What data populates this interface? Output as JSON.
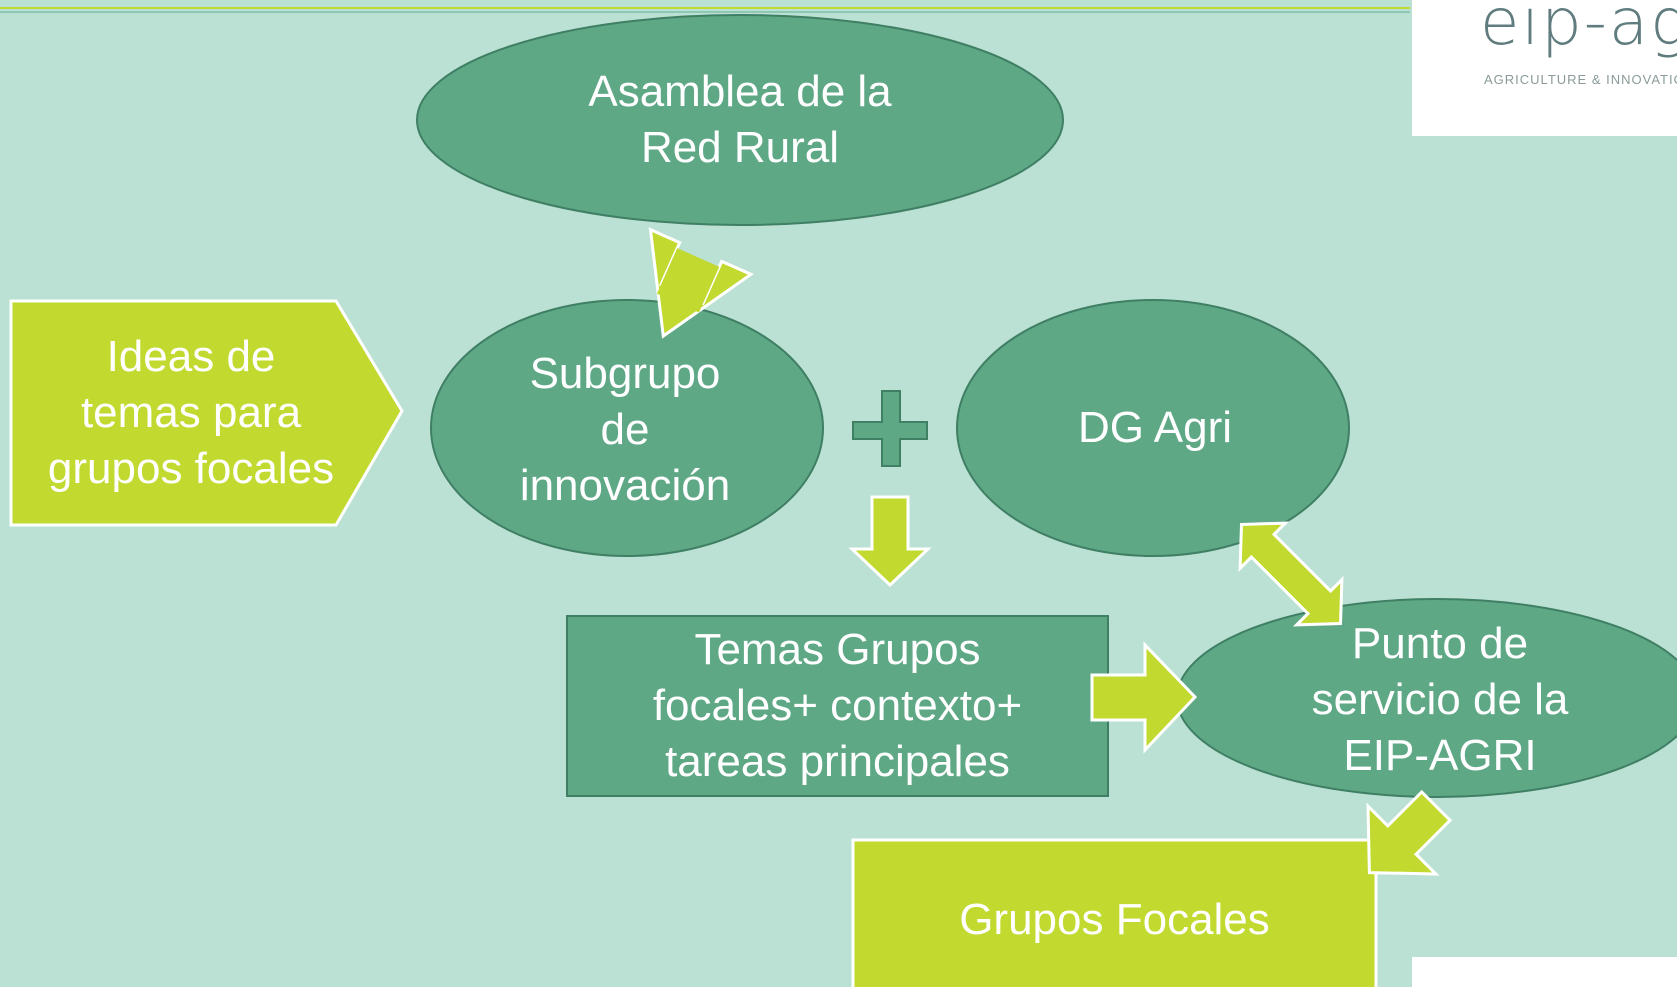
{
  "colors": {
    "background": "#bbe0d4",
    "node_green": "#5fa886",
    "node_green_stroke": "#3f7f64",
    "accent_lime": "#c2d930",
    "white": "#ffffff"
  },
  "logo": {
    "wordmark": "eip-agri",
    "tagline": "AGRICULTURE & INNOVATION"
  },
  "nodes": {
    "asamblea": "Asamblea de la\nRed Rural",
    "ideas": "Ideas de\ntemas para\ngrupos focales",
    "subgrupo": "Subgrupo\nde\ninnovación",
    "dg_agri": "DG Agri",
    "temas": "Temas Grupos\nfocales+ contexto+\ntareas principales",
    "punto": "Punto de\nservicio de la\nEIP-AGRI",
    "grupos_focales": "Grupos Focales"
  }
}
